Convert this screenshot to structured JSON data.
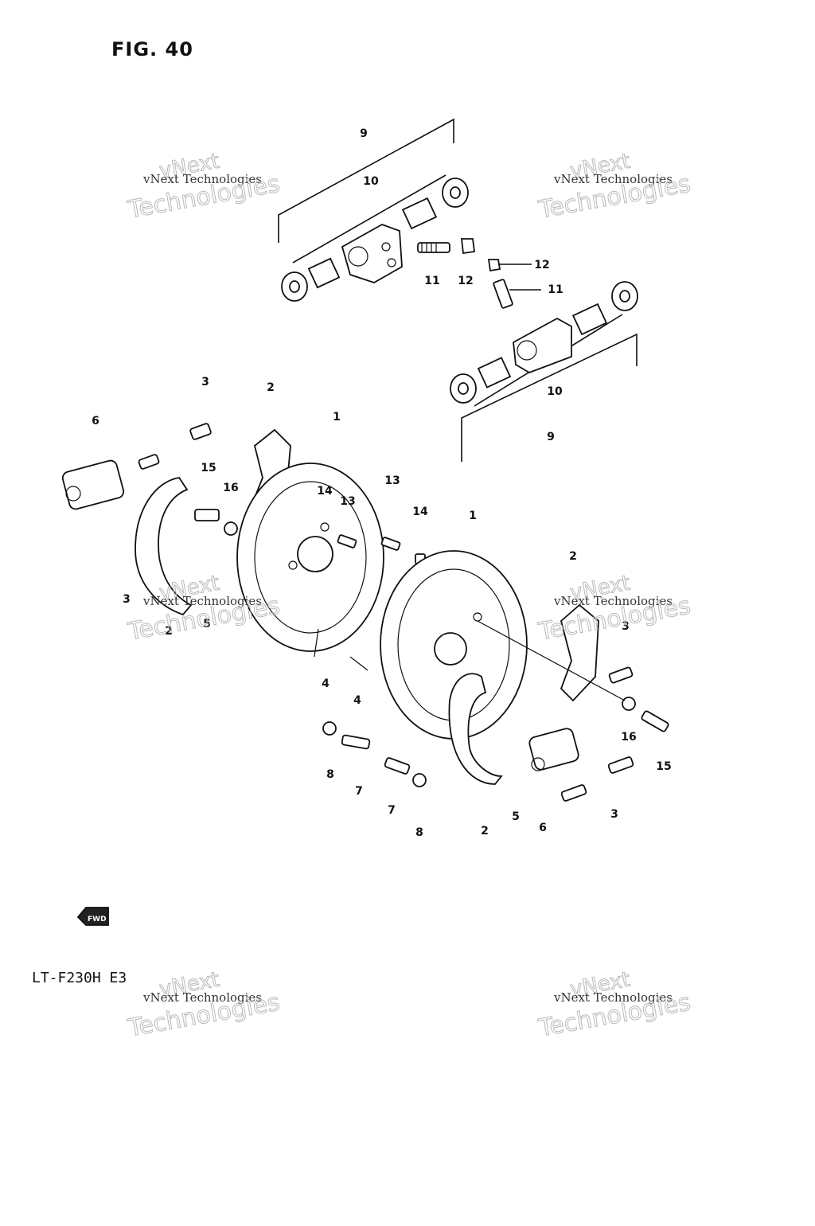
{
  "figure": {
    "title": "FIG. 40",
    "model": "LT-F230H E3"
  },
  "fwd_icon": {
    "label": "FWD",
    "icon": "forward-arrow-icon"
  },
  "watermarks": [
    {
      "small": "vNext Technologies",
      "big": "Technologies",
      "next": "vNext"
    },
    {
      "small": "vNext Technologies",
      "big": "Technologies",
      "next": "vNext"
    },
    {
      "small": "vNext Technologies",
      "big": "Technologies",
      "next": "vNext"
    },
    {
      "small": "vNext Technologies",
      "big": "Technologies",
      "next": "vNext"
    },
    {
      "small": "vNext Technologies",
      "big": "Technologies",
      "next": "vNext"
    },
    {
      "small": "vNext Technologies",
      "big": "Technologies",
      "next": "vNext"
    }
  ],
  "callouts": [
    "9",
    "10",
    "11",
    "12",
    "12",
    "11",
    "10",
    "9",
    "3",
    "2",
    "1",
    "6",
    "15",
    "16",
    "14",
    "13",
    "13",
    "14",
    "3",
    "2",
    "5",
    "4",
    "4",
    "8",
    "7",
    "7",
    "8",
    "1",
    "2",
    "3",
    "16",
    "15",
    "3",
    "6",
    "5",
    "2"
  ]
}
